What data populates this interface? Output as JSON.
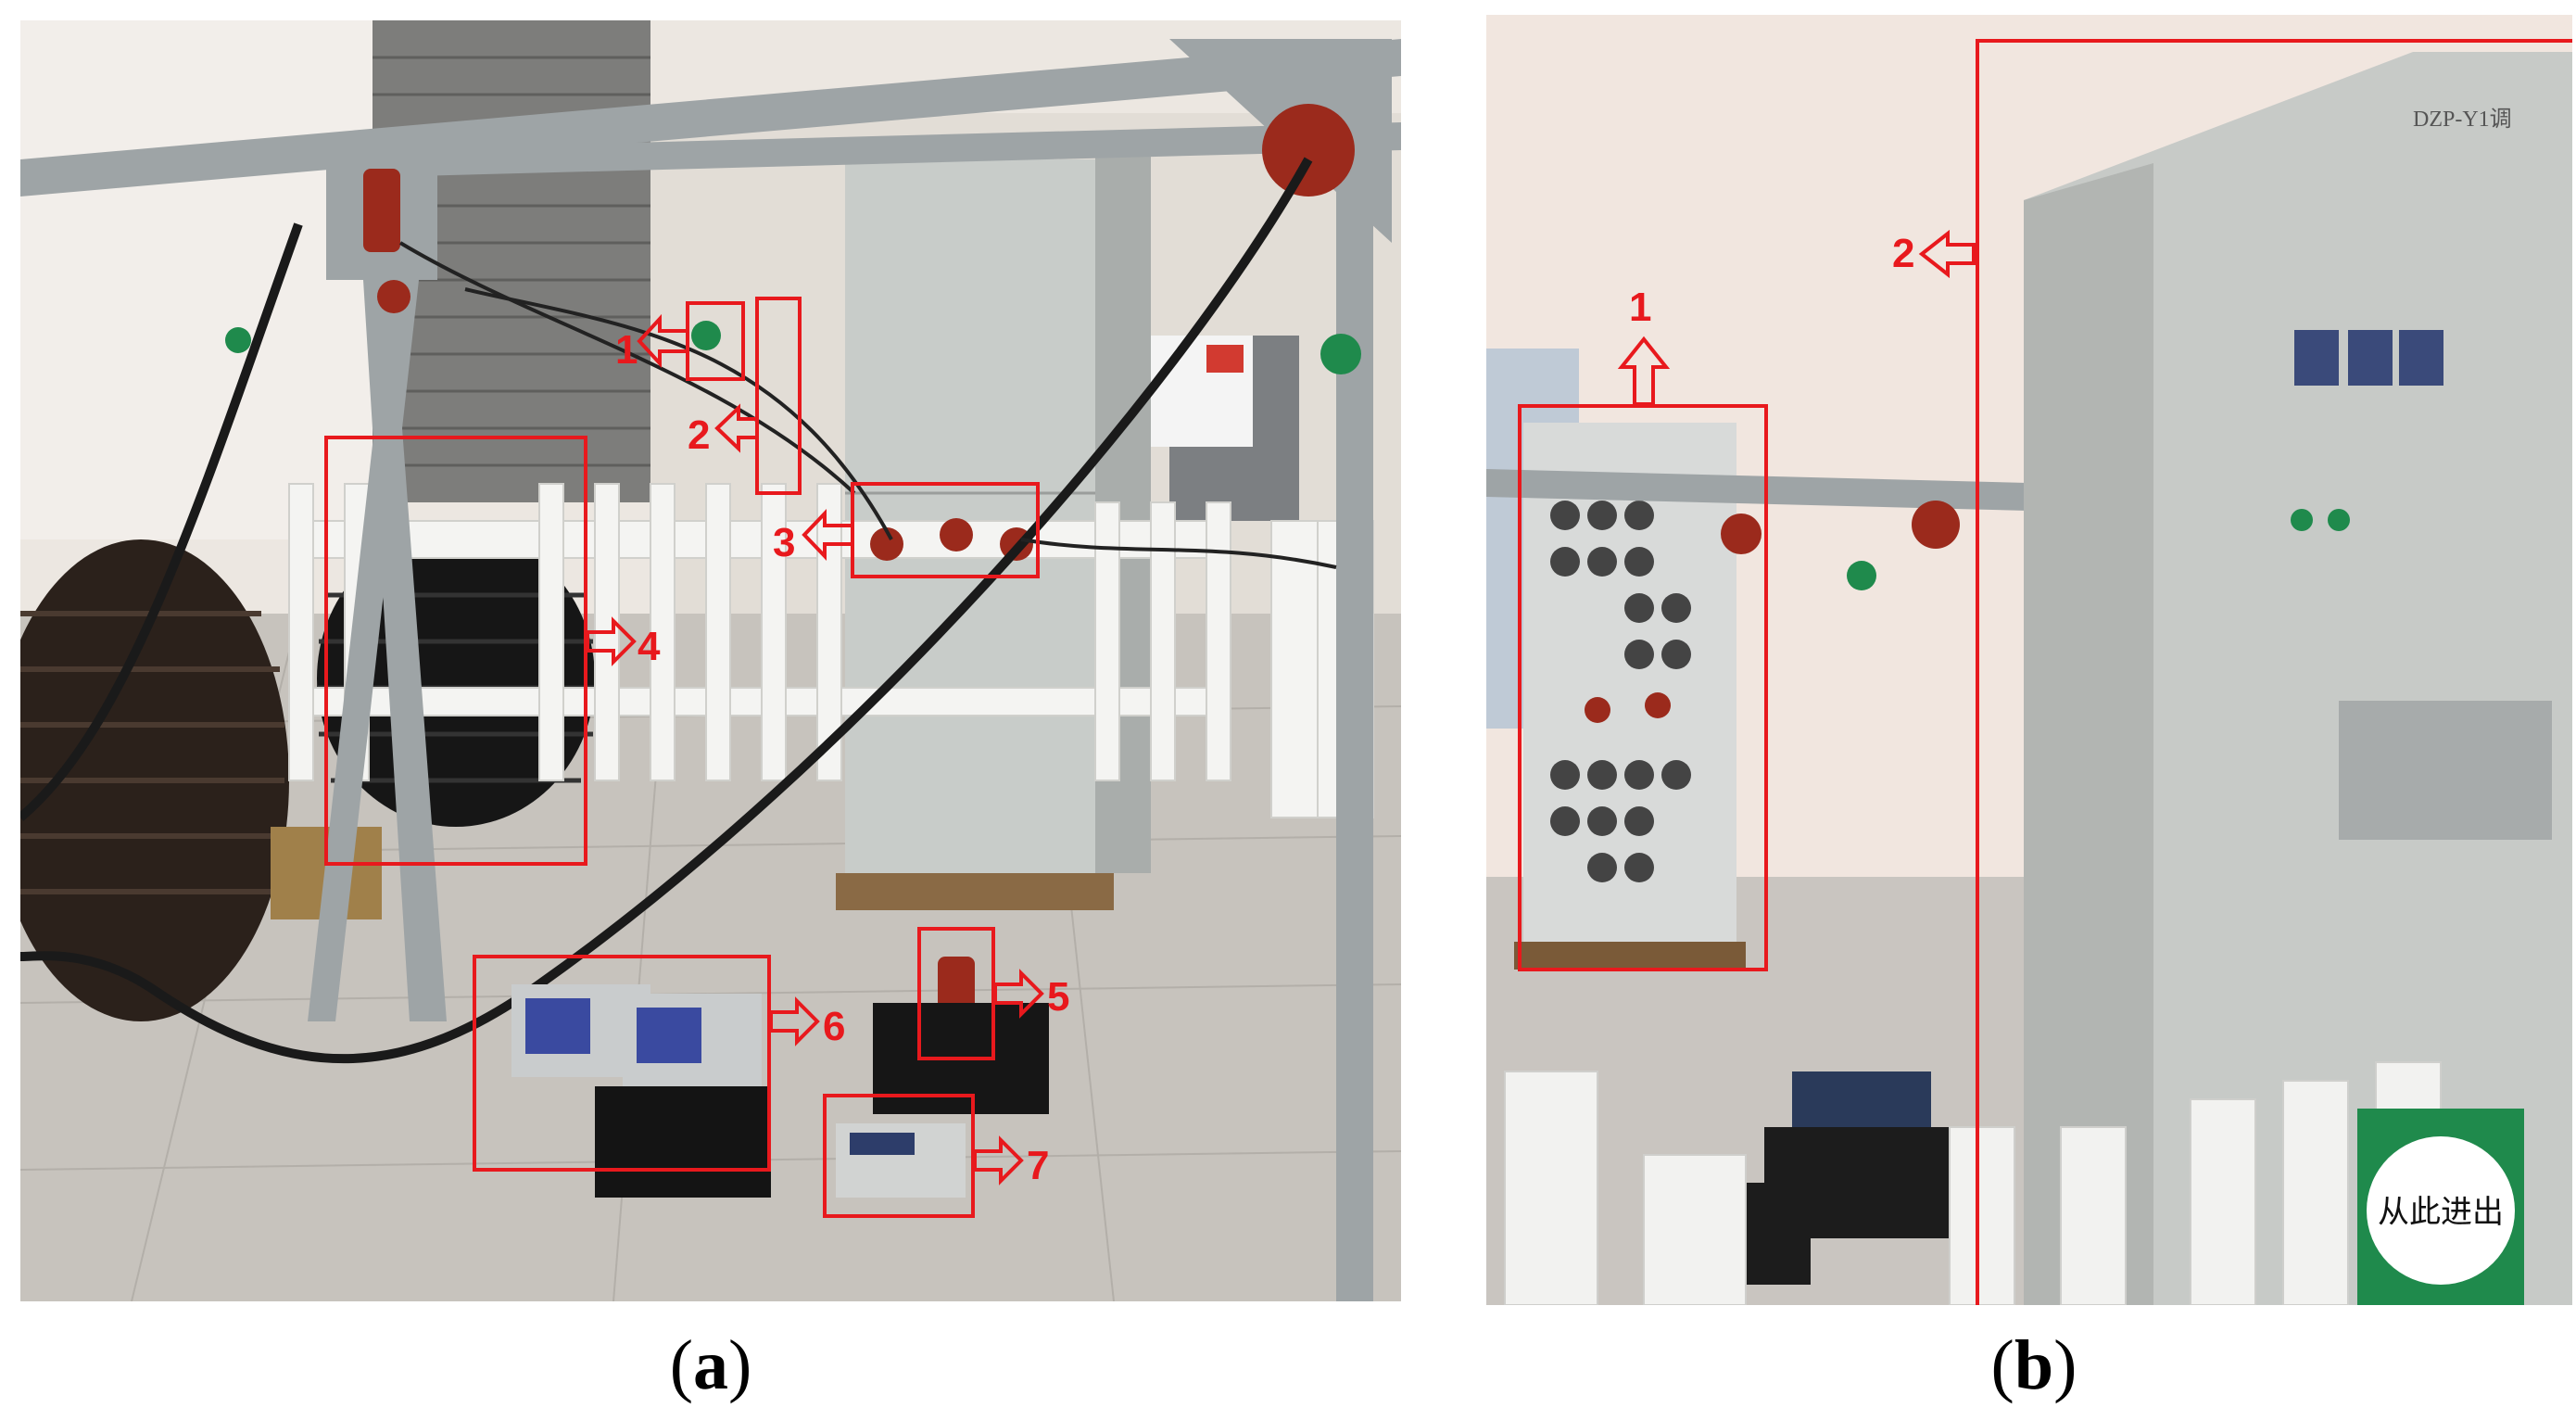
{
  "panels": [
    {
      "caption_open": "(",
      "caption_letter": "a",
      "caption_close": ")",
      "callouts": [
        "1",
        "2",
        "3",
        "4",
        "5",
        "6",
        "7"
      ]
    },
    {
      "caption_open": "(",
      "caption_letter": "b",
      "caption_close": ")",
      "callouts": [
        "1",
        "2"
      ],
      "cabinet_label": "DZP-Y1调",
      "exit_sign": "从此进出"
    }
  ],
  "colors": {
    "annotation": "#e8191d",
    "insulator": "#9b2a1c",
    "sign_green": "#1f8a4c"
  }
}
